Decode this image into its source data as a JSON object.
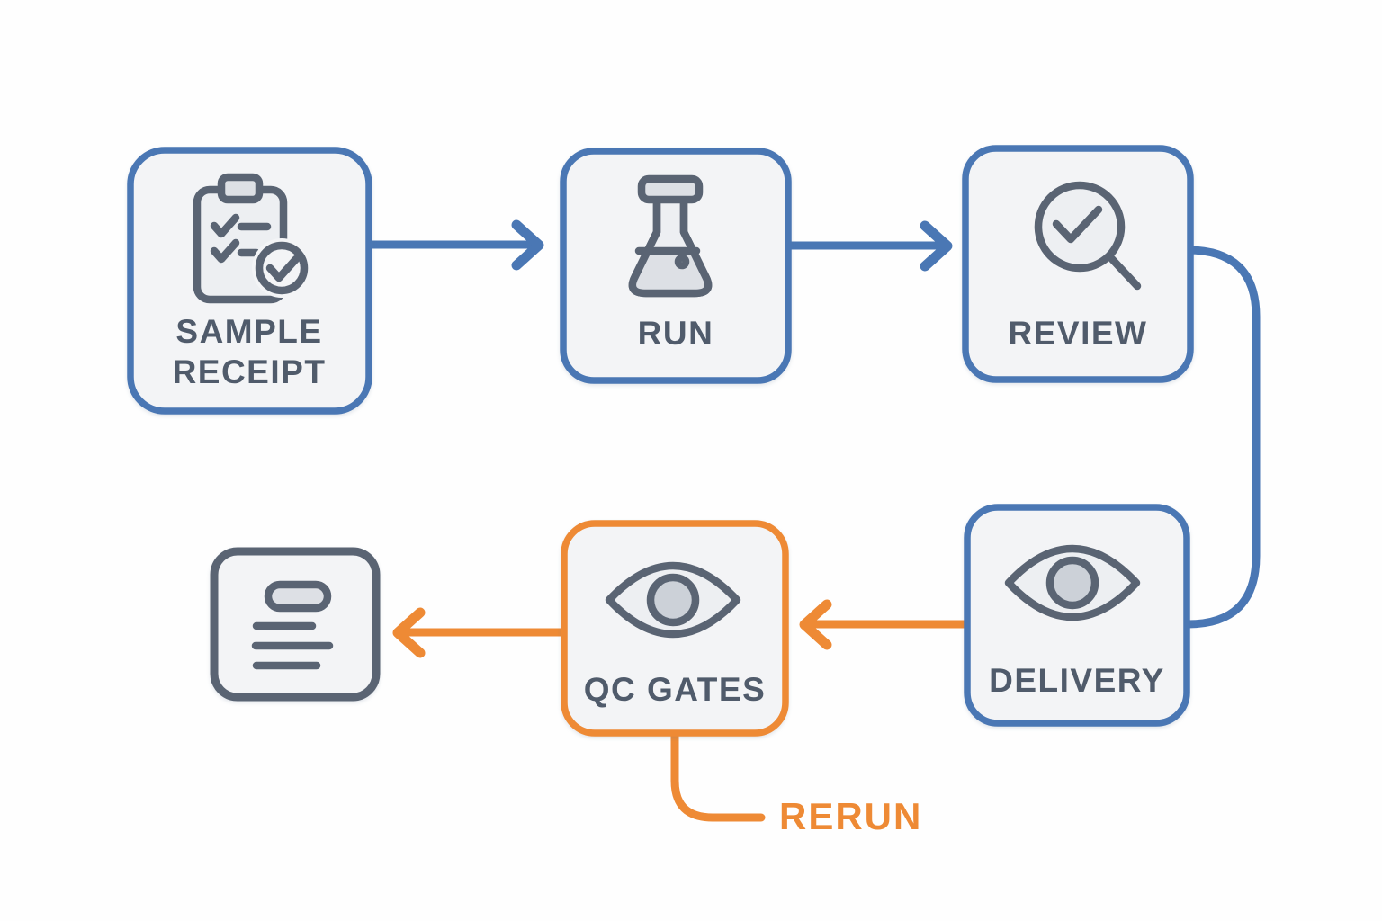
{
  "diagram": {
    "type": "flowchart",
    "background": "#fefefe",
    "colors": {
      "primary_blue": "#4a77b4",
      "accent_orange": "#ee8a35",
      "slate": "#5a6473",
      "label_text": "#505b6b",
      "box_fill": "#f3f4f6",
      "icon_fill": "#edeff2",
      "icon_fill_mid": "#dde0e5",
      "iris_fill": "#ccd1d8"
    },
    "nodes": [
      {
        "id": "sample-receipt",
        "label": "SAMPLE RECEIPT",
        "label_line1": "SAMPLE",
        "label_line2": "RECEIPT",
        "icon": "clipboard-check-icon",
        "border": "blue"
      },
      {
        "id": "run",
        "label": "RUN",
        "icon": "flask-icon",
        "border": "blue"
      },
      {
        "id": "review",
        "label": "REVIEW",
        "icon": "magnifier-check-icon",
        "border": "blue"
      },
      {
        "id": "delivery",
        "label": "DELIVERY",
        "icon": "eye-icon",
        "border": "blue"
      },
      {
        "id": "qc-gates",
        "label": "QC GATES",
        "icon": "eye-icon",
        "border": "orange"
      },
      {
        "id": "report",
        "label": "",
        "icon": "document-lines-icon",
        "border": "slate"
      }
    ],
    "edges": [
      {
        "from": "sample-receipt",
        "to": "run",
        "color": "blue",
        "style": "arrow-right"
      },
      {
        "from": "run",
        "to": "review",
        "color": "blue",
        "style": "arrow-right"
      },
      {
        "from": "review",
        "to": "delivery",
        "color": "blue",
        "style": "curved-down-right"
      },
      {
        "from": "delivery",
        "to": "qc-gates",
        "color": "orange",
        "style": "arrow-left"
      },
      {
        "from": "qc-gates",
        "to": "report",
        "color": "orange",
        "style": "arrow-left"
      },
      {
        "from": "qc-gates",
        "to": "rerun-label",
        "color": "orange",
        "style": "elbow-down-right"
      }
    ],
    "rerun_label": "RERUN"
  }
}
